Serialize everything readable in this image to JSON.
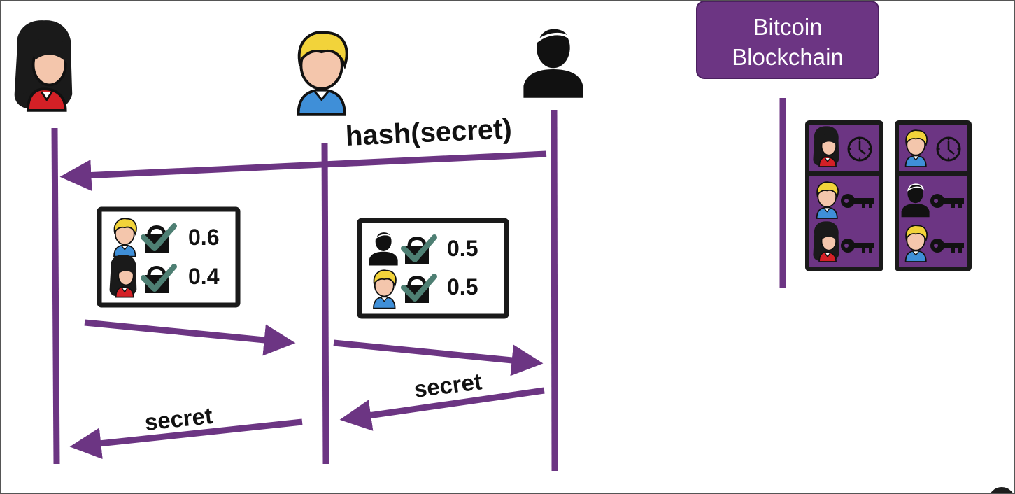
{
  "blockchain_label": {
    "line1": "Bitcoin",
    "line2": "Blockchain"
  },
  "messages": {
    "hash_secret": "hash(secret)",
    "secret_right": "secret",
    "secret_left": "secret"
  },
  "transactions": {
    "alice_bob": [
      {
        "who": "bob-avatar",
        "value": "0.6"
      },
      {
        "who": "alice-avatar",
        "value": "0.4"
      }
    ],
    "bob_carol": [
      {
        "who": "carol-avatar",
        "value": "0.5"
      },
      {
        "who": "bob-avatar",
        "value": "0.5"
      }
    ]
  },
  "colors": {
    "accent": "#6c3583",
    "check": "#4e7f73",
    "alice_shirt": "#d42026",
    "bob_shirt": "#3f8fd8",
    "bob_hair": "#f2d33a"
  },
  "icons": {
    "lock": "lock-icon",
    "check": "check-icon",
    "clock": "clock-icon",
    "key": "key-icon"
  }
}
